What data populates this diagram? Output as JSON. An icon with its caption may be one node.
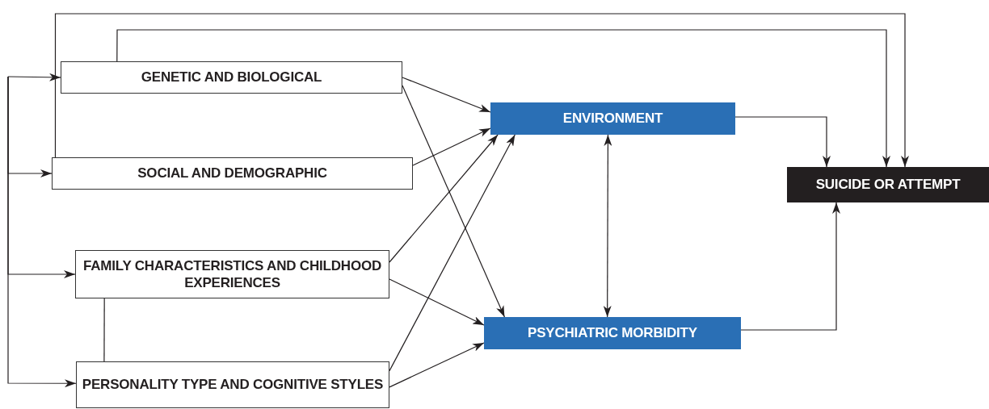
{
  "diagram": {
    "nodes": [
      {
        "text": [
          "GENETIC AND BIOLOGICAL"
        ]
      },
      {
        "text": [
          "SOCIAL AND DEMOGRAPHIC"
        ]
      },
      {
        "text": [
          "FAMILY CHARACTERISTICS AND CHILDHOOD EXPERIENCES"
        ]
      },
      {
        "text": [
          "PERSONALITY TYPE AND COGNITIVE STYLES"
        ]
      },
      {
        "text": [
          "ENVIRONMENT"
        ]
      },
      {
        "text": [
          "PSYCHIATRIC MORBIDITY"
        ]
      },
      {
        "text": [
          "SUICIDE OR ATTEMPT"
        ]
      }
    ],
    "edges": [
      {
        "from": null,
        "to": 0,
        "arrow": "to"
      },
      {
        "from": null,
        "to": 1,
        "arrow": "to"
      },
      {
        "from": null,
        "to": 2,
        "arrow": "to"
      },
      {
        "from": null,
        "to": 3,
        "arrow": "to"
      },
      {
        "from": 1,
        "to": 6,
        "arrow": "to"
      },
      {
        "from": 0,
        "to": 6,
        "arrow": "to"
      },
      {
        "from": 2,
        "to": 3,
        "arrow": "none"
      },
      {
        "from": 0,
        "to": 4,
        "arrow": "to"
      },
      {
        "from": 1,
        "to": 4,
        "arrow": "to"
      },
      {
        "from": 2,
        "to": 4,
        "arrow": "to"
      },
      {
        "from": 3,
        "to": 4,
        "arrow": "to"
      },
      {
        "from": 0,
        "to": 5,
        "arrow": "to"
      },
      {
        "from": 2,
        "to": 5,
        "arrow": "to"
      },
      {
        "from": 3,
        "to": 5,
        "arrow": "to"
      },
      {
        "from": 4,
        "to": 5,
        "arrow": "both"
      },
      {
        "from": 4,
        "to": 6,
        "arrow": "to"
      },
      {
        "from": 5,
        "to": 6,
        "arrow": "to"
      }
    ]
  }
}
